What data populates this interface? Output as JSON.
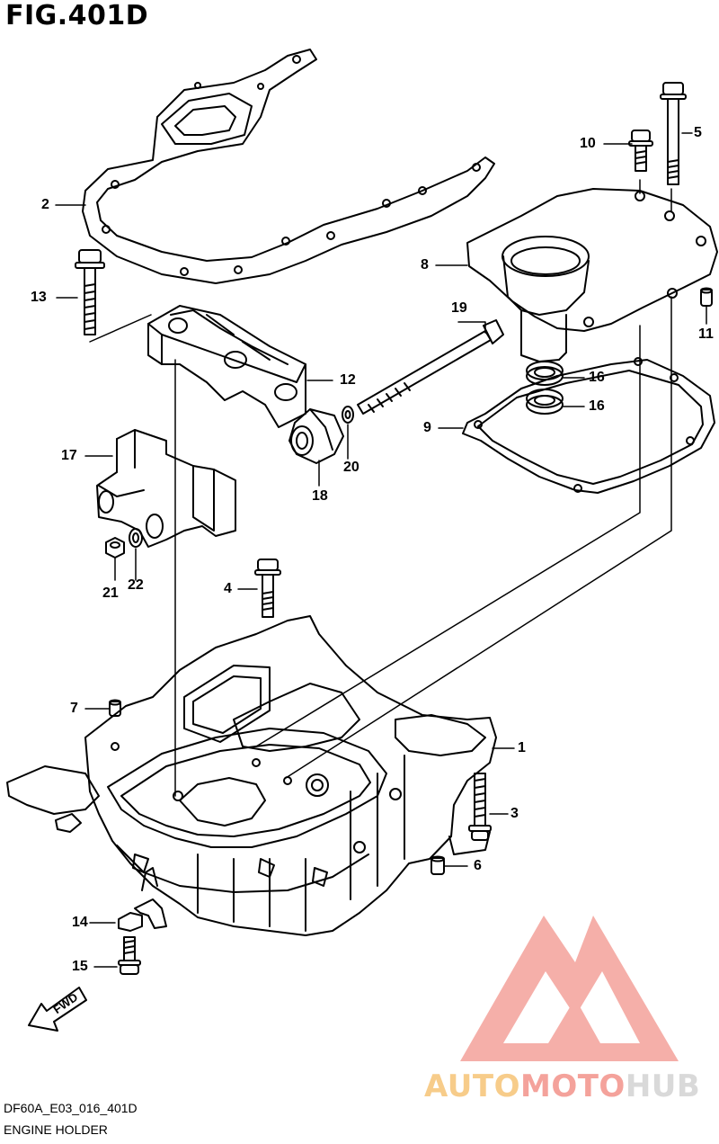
{
  "figure": {
    "title": "FIG.401D",
    "code": "DF60A_E03_016_401D",
    "caption": "ENGINE HOLDER"
  },
  "callouts": {
    "p1": "1",
    "p2": "2",
    "p3": "3",
    "p4": "4",
    "p5": "5",
    "p6": "6",
    "p7": "7",
    "p8": "8",
    "p9": "9",
    "p10": "10",
    "p11": "11",
    "p12": "12",
    "p13": "13",
    "p14": "14",
    "p15": "15",
    "p16a": "16",
    "p16b": "16",
    "p17": "17",
    "p18": "18",
    "p19": "19",
    "p20": "20",
    "p21": "21",
    "p22": "22"
  },
  "direction": {
    "label": "FWD"
  },
  "watermark": {
    "part1": "AUTO",
    "part2": "MOTO",
    "part3": "HUB",
    "colors": {
      "auto": "#f7cc8a",
      "moto": "#f4a29b",
      "hub": "#d9d9d9",
      "mark": "#f4a29b"
    }
  }
}
